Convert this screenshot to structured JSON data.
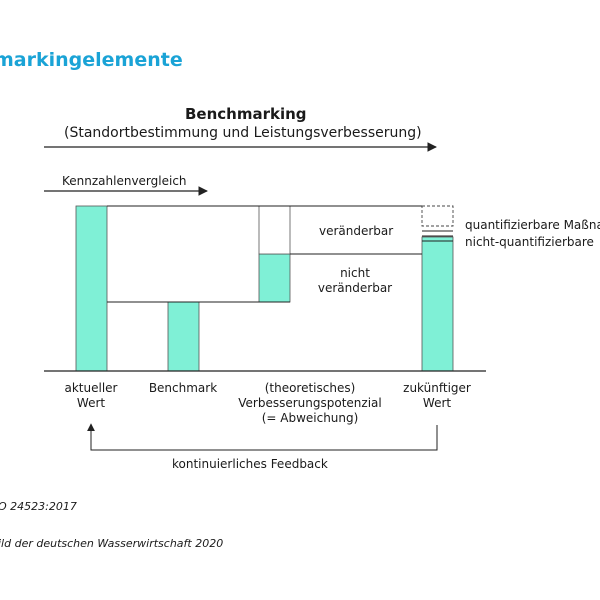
{
  "heading": "markingelemente",
  "diagram": {
    "title": "Benchmarking",
    "subtitle": "(Standortbestimmung und Leistungsverbesserung)",
    "top_arrow_label": "Kennzahlenvergleich",
    "region_changeable": "veränderbar",
    "region_not_changeable": [
      "nicht",
      "veränderbar"
    ],
    "legend": [
      "quantifizierbare Maßna",
      "nicht-quantifizierbare"
    ],
    "bars": [
      {
        "label": [
          "aktueller",
          "Wert"
        ]
      },
      {
        "label": [
          "Benchmark"
        ]
      },
      {
        "label": [
          "(theoretisches)",
          "Verbesserungspotenzial",
          "(= Abweichung)"
        ]
      },
      {
        "label": [
          "zukünftiger",
          "Wert"
        ]
      }
    ],
    "feedback_label": "kontinuierliches Feedback"
  },
  "notes": [
    "O 24523:2017",
    "ild der deutschen Wasserwirtschaft 2020"
  ],
  "colors": {
    "heading": "#1aa3d6",
    "bar_fill": "#7ff0d6",
    "line": "#222222"
  }
}
